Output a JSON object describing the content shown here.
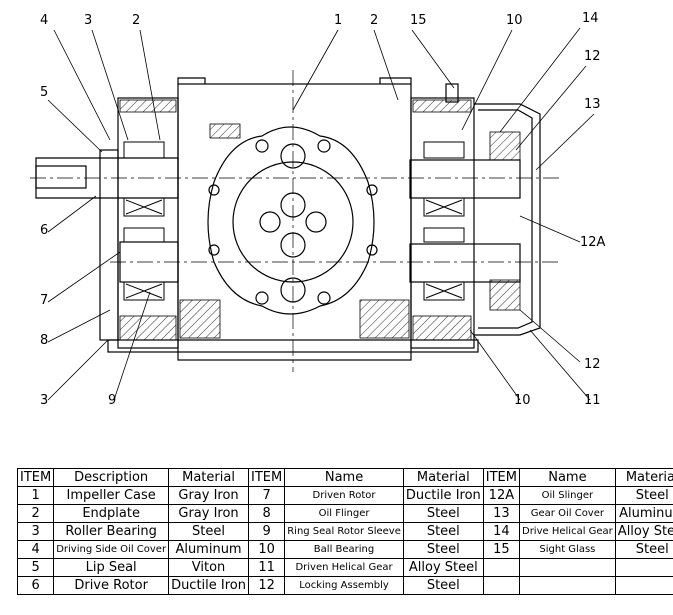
{
  "callouts": {
    "top": [
      "4",
      "3",
      "2",
      "1",
      "2",
      "15",
      "10",
      "14",
      "12",
      "13"
    ],
    "left": [
      "5",
      "6",
      "7",
      "8",
      "3"
    ],
    "bottom": [
      "9",
      "10",
      "11"
    ],
    "right": [
      "12A",
      "12"
    ]
  },
  "table": {
    "headers": [
      "ITEM",
      "Description",
      "Material",
      "ITEM",
      "Name",
      "Material",
      "ITEM",
      "Name",
      "Material"
    ],
    "rows": [
      [
        "1",
        "Impeller Case",
        "Gray Iron",
        "7",
        "Driven Rotor",
        "Ductile Iron",
        "12A",
        "Oil Slinger",
        "Steel"
      ],
      [
        "2",
        "Endplate",
        "Gray Iron",
        "8",
        "Oil Flinger",
        "Steel",
        "13",
        "Gear Oil Cover",
        "Aluminum"
      ],
      [
        "3",
        "Roller Bearing",
        "Steel",
        "9",
        "Ring Seal Rotor Sleeve",
        "Steel",
        "14",
        "Drive Helical Gear",
        "Alloy Steel"
      ],
      [
        "4",
        "Driving Side Oil Cover",
        "Aluminum",
        "10",
        "Ball Bearing",
        "Steel",
        "15",
        "Sight Glass",
        "Steel"
      ],
      [
        "5",
        "Lip Seal",
        "Viton",
        "11",
        "Driven Helical Gear",
        "Alloy Steel",
        "",
        "",
        ""
      ],
      [
        "6",
        "Drive Rotor",
        "Ductile Iron",
        "12",
        "Locking Assembly",
        "Steel",
        "",
        "",
        ""
      ]
    ]
  }
}
